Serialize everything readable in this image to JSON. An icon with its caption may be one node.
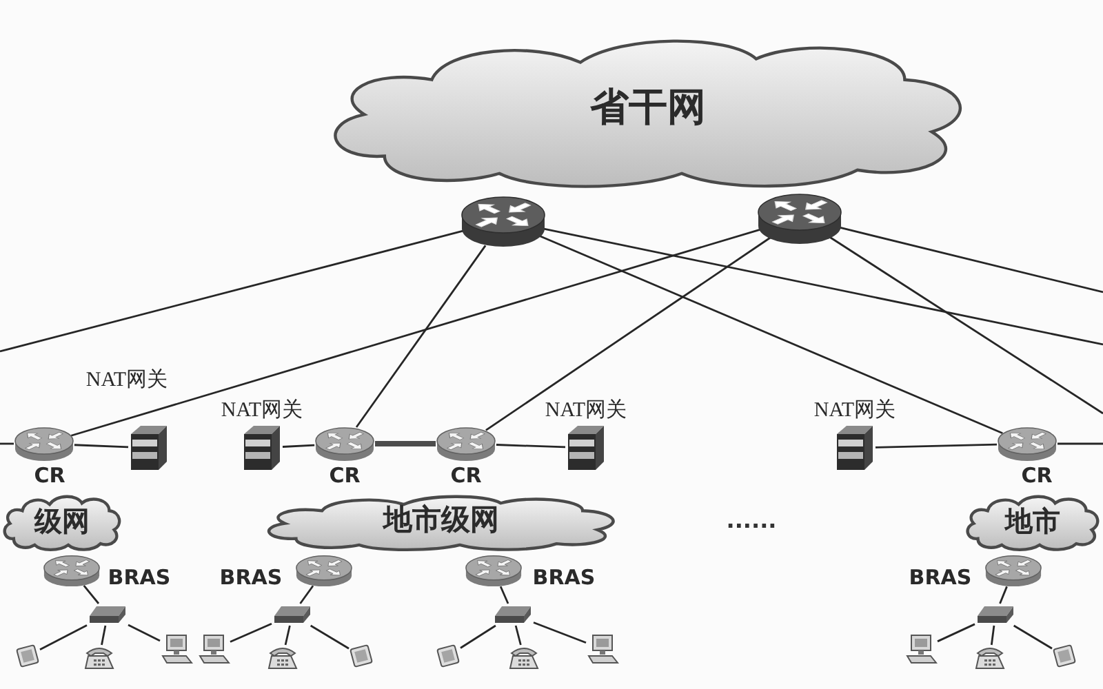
{
  "diagram": {
    "nodes": [
      {
        "text": [
          "省干网"
        ]
      },
      {
        "text": [],
        "shape": "picture"
      },
      {
        "text": [],
        "shape": "picture"
      },
      {
        "text": [],
        "shape": "picture",
        "beside": [
          "NAT网关"
        ]
      },
      {
        "text": [],
        "shape": "picture",
        "beside": [
          "CR"
        ]
      },
      {
        "text": [
          "级网"
        ]
      },
      {
        "text": [],
        "shape": "picture",
        "beside": [
          "BRAS"
        ]
      },
      {
        "text": [],
        "shape": "picture"
      },
      {
        "text": [],
        "shape": "picture"
      },
      {
        "text": [],
        "shape": "picture"
      },
      {
        "text": [],
        "shape": "picture"
      },
      {
        "text": [],
        "shape": "picture",
        "beside": [
          "NAT网关"
        ]
      },
      {
        "text": [],
        "shape": "picture",
        "beside": [
          "CR"
        ]
      },
      {
        "text": [],
        "shape": "picture",
        "beside": [
          "CR"
        ]
      },
      {
        "text": [],
        "shape": "picture",
        "beside": [
          "NAT网关"
        ]
      },
      {
        "text": [
          "地市级网"
        ]
      },
      {
        "text": [],
        "shape": "picture",
        "beside": [
          "BRAS"
        ]
      },
      {
        "text": [],
        "shape": "picture",
        "beside": [
          "BRAS"
        ]
      },
      {
        "text": [],
        "shape": "picture"
      },
      {
        "text": [],
        "shape": "picture"
      },
      {
        "text": [],
        "shape": "picture"
      },
      {
        "text": [],
        "shape": "picture"
      },
      {
        "text": [],
        "shape": "picture"
      },
      {
        "text": [],
        "shape": "picture"
      },
      {
        "text": [],
        "shape": "picture"
      },
      {
        "text": [],
        "shape": "picture"
      },
      {
        "text": [],
        "shape": "picture",
        "beside": [
          "NAT网关"
        ]
      },
      {
        "text": [],
        "shape": "picture",
        "beside": [
          "CR"
        ]
      },
      {
        "text": [
          "地市"
        ]
      },
      {
        "text": [],
        "shape": "picture",
        "beside": [
          "BRAS"
        ]
      },
      {
        "text": [],
        "shape": "picture"
      },
      {
        "text": [],
        "shape": "picture"
      },
      {
        "text": [],
        "shape": "picture"
      },
      {
        "text": [],
        "shape": "picture"
      }
    ],
    "edges": [
      {
        "from": 1,
        "to": null,
        "arrow": "none"
      },
      {
        "from": 1,
        "to": 12,
        "arrow": "none"
      },
      {
        "from": 1,
        "to": 27,
        "arrow": "none"
      },
      {
        "from": 1,
        "to": null,
        "arrow": "none"
      },
      {
        "from": 2,
        "to": 4,
        "arrow": "none"
      },
      {
        "from": 2,
        "to": 13,
        "arrow": "none"
      },
      {
        "from": 2,
        "to": null,
        "arrow": "none"
      },
      {
        "from": 2,
        "to": null,
        "arrow": "none"
      },
      {
        "from": 4,
        "to": null,
        "arrow": "none"
      },
      {
        "from": 4,
        "to": 3,
        "arrow": "none"
      },
      {
        "from": 11,
        "to": 12,
        "arrow": "none"
      },
      {
        "from": 12,
        "to": 13,
        "arrow": "none",
        "style": "thick"
      },
      {
        "from": 13,
        "to": 14,
        "arrow": "none"
      },
      {
        "from": 26,
        "to": 27,
        "arrow": "none"
      },
      {
        "from": 27,
        "to": null,
        "arrow": "none"
      },
      {
        "from": 6,
        "to": 7,
        "arrow": "none"
      },
      {
        "from": 7,
        "to": 8,
        "arrow": "none"
      },
      {
        "from": 7,
        "to": 9,
        "arrow": "none"
      },
      {
        "from": 7,
        "to": 10,
        "arrow": "none"
      },
      {
        "from": 16,
        "to": 18,
        "arrow": "none"
      },
      {
        "from": 18,
        "to": 19,
        "arrow": "none"
      },
      {
        "from": 18,
        "to": 20,
        "arrow": "none"
      },
      {
        "from": 18,
        "to": 21,
        "arrow": "none"
      },
      {
        "from": 17,
        "to": 22,
        "arrow": "none"
      },
      {
        "from": 22,
        "to": 23,
        "arrow": "none"
      },
      {
        "from": 22,
        "to": 24,
        "arrow": "none"
      },
      {
        "from": 22,
        "to": 25,
        "arrow": "none"
      },
      {
        "from": 29,
        "to": 30,
        "arrow": "none"
      },
      {
        "from": 30,
        "to": 31,
        "arrow": "none"
      },
      {
        "from": 30,
        "to": 32,
        "arrow": "none"
      },
      {
        "from": 30,
        "to": 33,
        "arrow": "none"
      }
    ],
    "labels": [
      "......"
    ]
  }
}
